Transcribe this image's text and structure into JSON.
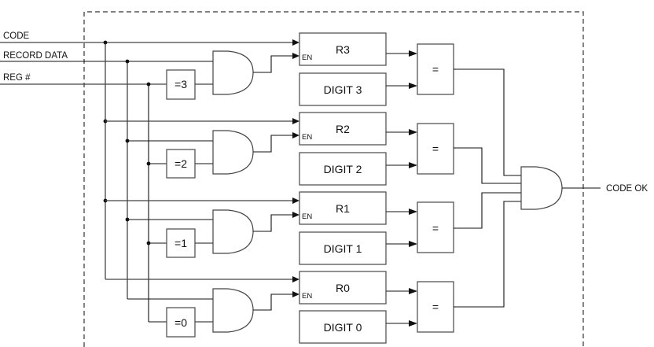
{
  "inputs": {
    "code": "CODE",
    "record_data": "RECORD DATA",
    "reg_num": "REG #"
  },
  "output": {
    "label": "CODE OK"
  },
  "stages": [
    {
      "register": "R3",
      "digit": "DIGIT 3",
      "decoder": "=3",
      "enable": "EN",
      "comparator": "="
    },
    {
      "register": "R2",
      "digit": "DIGIT 2",
      "decoder": "=2",
      "enable": "EN",
      "comparator": "="
    },
    {
      "register": "R1",
      "digit": "DIGIT 1",
      "decoder": "=1",
      "enable": "EN",
      "comparator": "="
    },
    {
      "register": "R0",
      "digit": "DIGIT 0",
      "decoder": "=0",
      "enable": "EN",
      "comparator": "="
    }
  ]
}
